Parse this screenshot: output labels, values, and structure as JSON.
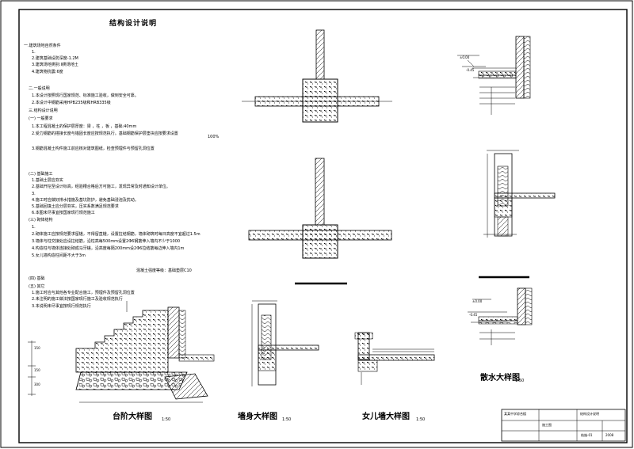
{
  "title": "结构设计说明",
  "notes": [
    "一.建筑场地自然条件",
    "1.",
    "2.建筑基础设防深度-1.2M",
    "3.建筑场地类别:Ⅱ类场地土",
    "4.建筑物抗震:6度",
    "二.一般说明",
    "1.本设计按照现行国家规范、标准施工验收，做到安全可靠。",
    "2.本设计中钢筋采用HPB235级和HRB335级",
    "三.结构设计说明",
    "(一) 一般要求",
    "1.本工程混凝土的保护层厚度：梁 ，柱 ，板 ，基础:40mm",
    "2.受力钢筋的搭接长度与锚固长度应按规范执行。基础钢筋保护层垫块应按要求设置",
    "100%",
    "3.钢筋混凝土构件施工前应核对建筑图纸，检查预埋件与预留孔洞位置",
    "(二) 基础施工",
    "1.基础土层应夯实",
    "2.基础开挖至设计标高，经验槽合格后方可施工，发现异常及时通知设计单位。",
    "3.",
    "4.施工时应做好排水措施及基坑防护，避免基础浸泡及扰动。",
    "5.基础回填土应分层夯实，压实系数满足规范要求",
    "6.本图未尽事宜按国家现行规范施工",
    "(三) 砌体结构",
    "1.",
    "2.砌体施工应按规范要求留槎，不得留直槎，设置拉结钢筋，墙体砌筑时每日高度不宜超过1.5m",
    "3.墙体与柱交接处应设拉结筋，沿柱高每500mm设置2Φ6钢筋伸入墙内不少于1000",
    "4.构造柱与墙体连接处砌成马牙槎，沿高度每隔200mm设2Φ6拉结筋每边伸入墙内1m",
    "5.女儿墙构造柱间距不大于3m",
    "混凝土强度等级：基础垫层C10",
    "(四) 基础",
    "(五) 其它",
    "1.施工时应与其他各专业配合施工，预埋件及预留孔洞位置",
    "2.未注明的施工做法按国家现行施工及验收规范执行",
    "3.本说明未尽事宜按现行规范执行"
  ],
  "details": [
    {
      "caption": "台阶大样图",
      "scale": "1:50"
    },
    {
      "caption": "墙身大样图",
      "scale": "1:50"
    },
    {
      "caption": "女儿墙大样图",
      "scale": "1:50"
    },
    {
      "caption": "散水大样图",
      "scale": "1:50"
    }
  ],
  "dims": {
    "left1": "150",
    "left2": "150",
    "left3": "300",
    "sw1": "±0.00",
    "sw2": "-0.45",
    "sw3": "±0.00",
    "sw4": "-0.45"
  },
  "title_block": {
    "project": "某某中学综合楼",
    "drawing": "结构设计说明",
    "stage": "施工图",
    "no": "结施-01",
    "date": "2008"
  },
  "colors": {
    "line": "#000000",
    "bg": "#ffffff"
  }
}
